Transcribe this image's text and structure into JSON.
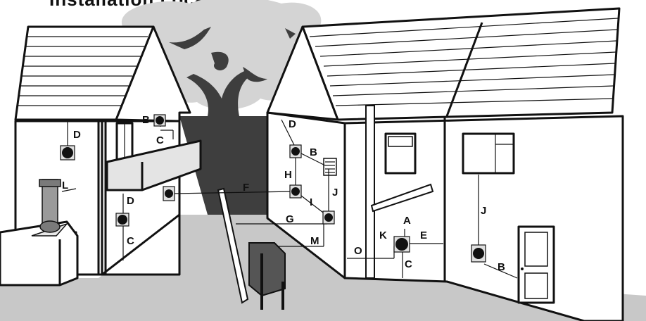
{
  "figure": {
    "title": "Installation Locations",
    "background": "#ffffff",
    "sky_gray": "#d4d4d4",
    "tree_gray": "#3e3e3e",
    "ground_gray": "#c8c8c8",
    "terminal_icon": "vent-terminal-icon",
    "labels": {
      "left_d_upper": "D",
      "left_b": "B",
      "left_c_upper": "C",
      "left_l": "L",
      "left_d_lower": "D",
      "left_c_lower": "C",
      "center_f": "F",
      "right_d": "D",
      "right_b": "B",
      "right_h": "H",
      "right_j": "J",
      "right_i": "I",
      "right_g": "G",
      "right_m": "M",
      "right_o": "O",
      "right_k": "K",
      "right_a": "A",
      "right_e": "E",
      "right_c": "C",
      "far_j": "J",
      "far_b": "B"
    }
  }
}
